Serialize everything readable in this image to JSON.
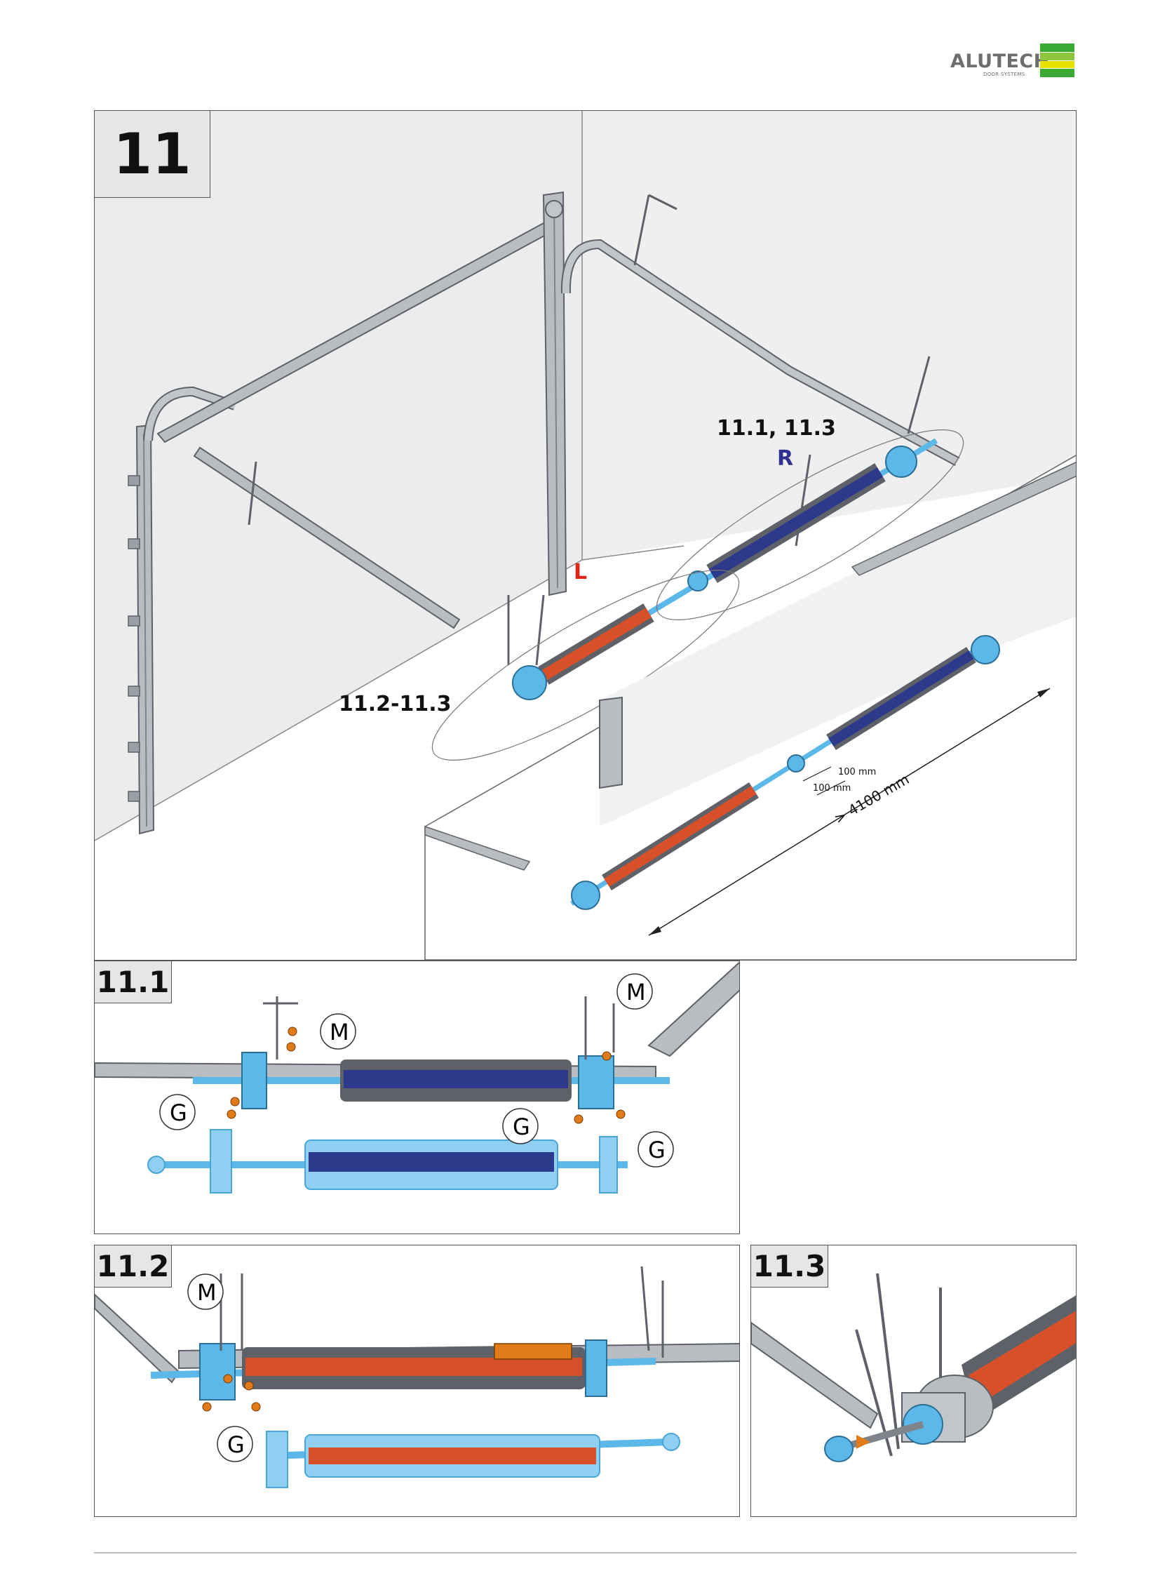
{
  "brand": {
    "name": "ALUTECH",
    "tagline": "DOOR SYSTEMS",
    "colors": {
      "text": "#6d6e70",
      "green_dark": "#3aaa35",
      "green_light": "#8dc63f",
      "yellow": "#e8e000"
    }
  },
  "step": {
    "number": "11",
    "callouts": {
      "right_group": "11.1, 11.3",
      "left_group": "11.2-11.3",
      "left_side": "L",
      "right_side": "R"
    },
    "dimensions": {
      "offset_a": "100 mm",
      "offset_b": "100 mm",
      "length": "> 4100 mm"
    }
  },
  "detail_11_1": {
    "label": "11.1",
    "markers": [
      "M",
      "M",
      "G",
      "G",
      "G"
    ]
  },
  "detail_11_2": {
    "label": "11.2",
    "markers": [
      "M",
      "G"
    ]
  },
  "detail_11_3": {
    "label": "11.3"
  },
  "colors": {
    "steel": "#b9bcc1",
    "steel_dark": "#7f838a",
    "part_blue": "#5bb8e8",
    "spring_blue": "#2d3a8c",
    "spring_red": "#d8502a",
    "fastener_orange": "#e07b1a",
    "wall": "#ececec",
    "label_red": "#e2231a",
    "label_navy": "#2e3192"
  }
}
